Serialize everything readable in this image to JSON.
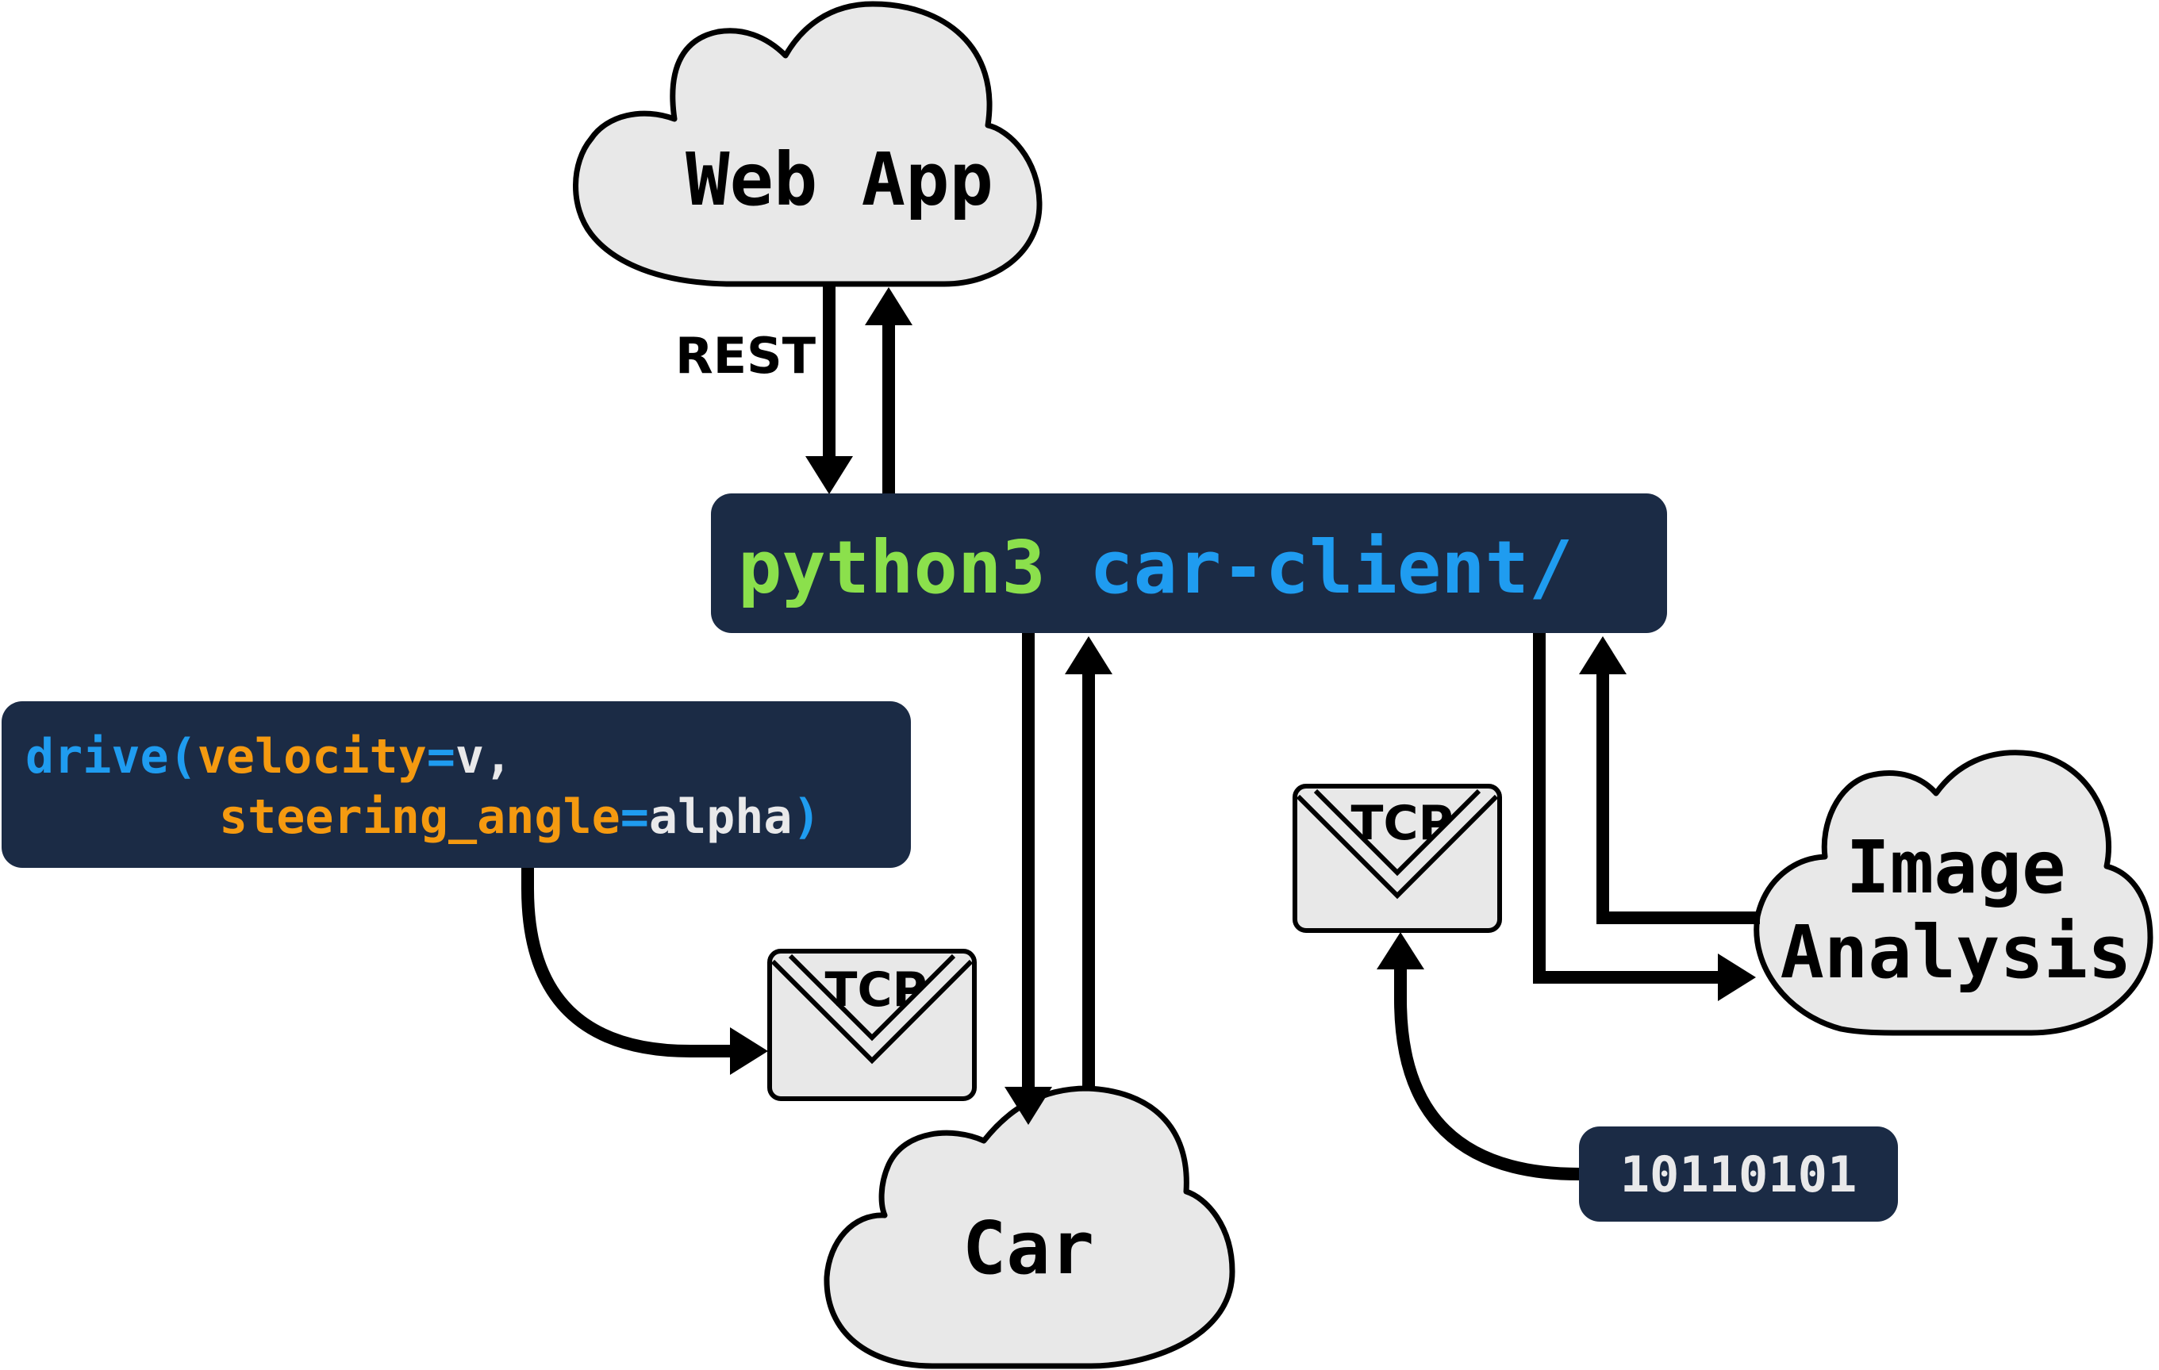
{
  "nodes": {
    "web_app": {
      "label": "Web App"
    },
    "image_analysis": {
      "line1": "Image",
      "line2": "Analysis"
    },
    "car": {
      "label": "Car"
    }
  },
  "client_box": {
    "command": "python3",
    "path": "car-client/"
  },
  "drive_call": {
    "func": "drive",
    "open_paren": "(",
    "param1": "velocity",
    "equals1": "=",
    "value1": "v",
    "comma": ",",
    "param2": "steering_angle",
    "equals2": "=",
    "value2": "alpha",
    "close_paren": ")"
  },
  "envelopes": [
    {
      "label": "TCP"
    },
    {
      "label": "TCP"
    }
  ],
  "bits": {
    "value": "10110101"
  },
  "edge_labels": {
    "rest": "REST"
  },
  "colors": {
    "code_background": "#1b2b45",
    "green": "#8be04c",
    "blue": "#1f9cf0",
    "orange": "#f59a10",
    "light_text": "#e9e9ea",
    "cloud_fill": "#e8e8e8"
  }
}
